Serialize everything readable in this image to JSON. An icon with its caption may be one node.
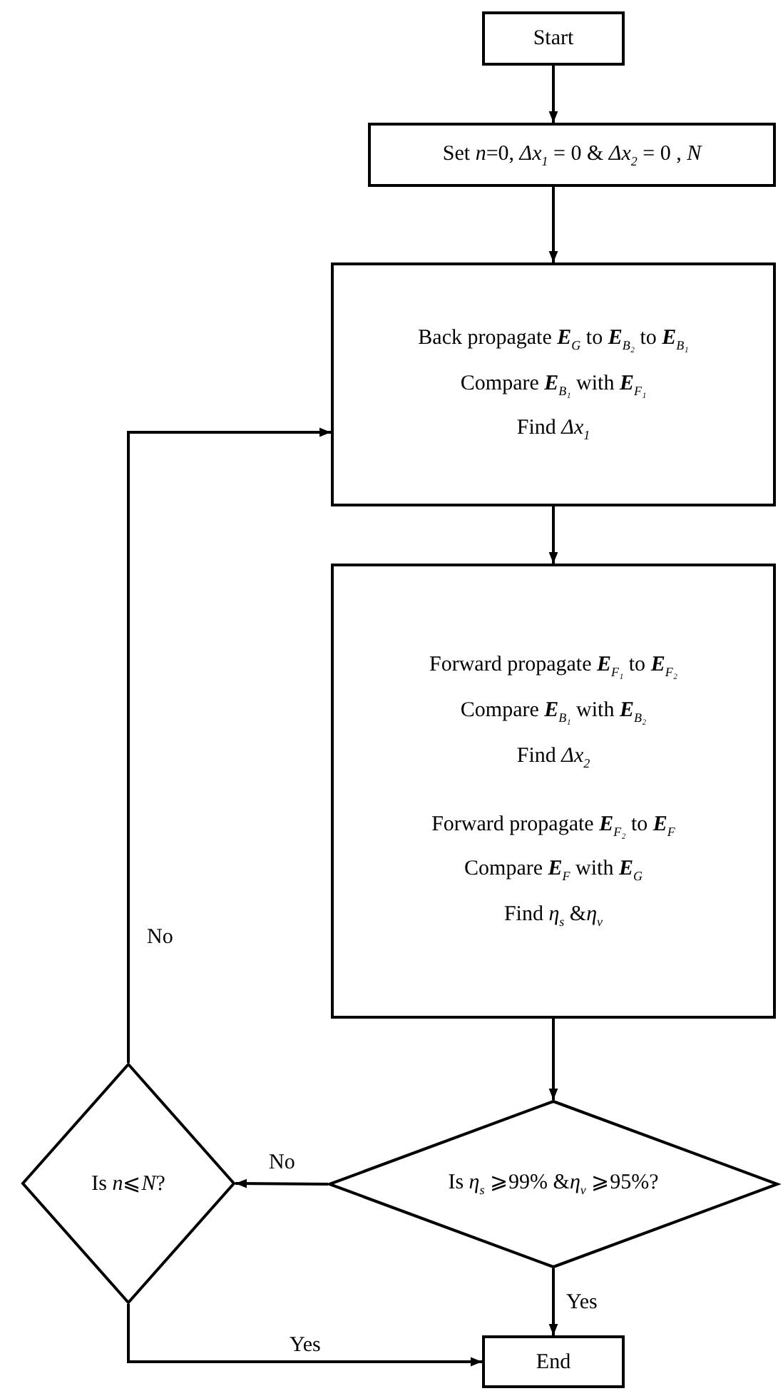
{
  "diagram": {
    "nodes": [
      {
        "text": [
          "Start"
        ]
      },
      {
        "text": [
          "Set *n*=0, *Δx*$_{1}$ = 0 & *Δx*$_{2}$ = 0 , *N*"
        ]
      },
      {
        "text": [
          "Back propagate **E**$_{G}$ to **E**$_{B₂}$ to **E**$_{B₁}$",
          "Compare **E**$_{B₁}$ with **E**$_{F₁}$",
          "Find *Δx*$_{1}$"
        ]
      },
      {
        "text": [
          "Forward propagate **E**$_{F₁}$ to **E**$_{F₂}$",
          "Compare **E**$_{B₁}$ with **E**$_{B₂}$",
          "Find *Δx*$_{2}$",
          "Forward propagate **E**$_{F₂}$ to **E**$_{F}$",
          "Compare **E**$_{F}$ with **E**$_{G}$",
          "Find *η*$_{s}$ &*η*$_{v}$"
        ]
      },
      {
        "text": [
          "Is *η*$_{s}$ ⩾99% &*η*$_{v}$ ⩾95%?"
        ]
      },
      {
        "text": [
          "Is *n*⩽*N*?"
        ]
      },
      {
        "text": [
          "End"
        ]
      }
    ],
    "edges": [
      {
        "from": 0,
        "to": 1,
        "arrow": "to"
      },
      {
        "from": 1,
        "to": 2,
        "arrow": "to"
      },
      {
        "from": 2,
        "to": 3,
        "arrow": "to"
      },
      {
        "from": 3,
        "to": 4,
        "arrow": "to"
      },
      {
        "from": 4,
        "to": 5,
        "arrow": "to",
        "label": "No"
      },
      {
        "from": 4,
        "to": 6,
        "arrow": "to",
        "label": "Yes"
      },
      {
        "from": 5,
        "to": 6,
        "arrow": "to",
        "label": "Yes"
      },
      {
        "from": 5,
        "to": 2,
        "arrow": "to",
        "label": "No"
      }
    ]
  }
}
